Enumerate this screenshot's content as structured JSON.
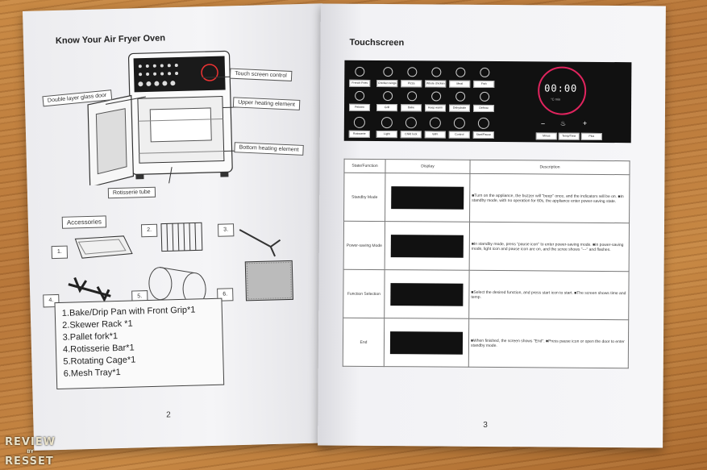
{
  "left_page": {
    "title": "Know Your Air Fryer Oven",
    "callouts": {
      "touch_screen": "Touch screen control",
      "glass_door": "Double layer glass door",
      "upper_heating": "Upper heating element",
      "bottom_heating": "Bottom heating element",
      "rotisserie_tube": "Rotisserie tube"
    },
    "accessories_label": "Accessories",
    "item_numbers": [
      "1.",
      "2.",
      "3.",
      "4.",
      "5.",
      "6."
    ],
    "accessory_list": [
      "1.Bake/Drip Pan with Front Grip*1",
      "2.Skewer Rack *1",
      "3.Pallet fork*1",
      "4.Rotisserie Bar*1",
      "5.Rotating Cage*1",
      "6.Mesh Tray*1"
    ],
    "page_number": "2"
  },
  "right_page": {
    "title": "Touchscreen",
    "panel": {
      "row1": [
        "French Fries",
        "Chicken wings",
        "Pizza",
        "Whole chicken",
        "Meat",
        "Fish"
      ],
      "row2": [
        "Pelmen",
        "Grill",
        "Bake",
        "Keep warm",
        "Dehydrate",
        "Defrost"
      ],
      "row3": [
        "Rotisserie",
        "Light",
        "Child lock",
        "WiFi",
        "Control",
        "Start/Pause"
      ],
      "display": "00:00",
      "display_units": "°C  min",
      "bottom": [
        "Minus",
        "Temp/Time",
        "Plus"
      ]
    },
    "table": {
      "headers": [
        "State/Function",
        "Display",
        "Description"
      ],
      "rows": [
        {
          "state": "Standby Mode",
          "desc": "■Turn on the appliance, the buzzer will \"beep\" once, and the indicators will be on. ■In standby mode, with no operation for 60s, the appliance enter power-saving state."
        },
        {
          "state": "Power-saving Mode",
          "desc": "■In standby mode, press \"pause icon\" to enter power-saving mode. ■In power-saving mode, light icon and pause icon are on, and the scree shows \"---\" and flashes."
        },
        {
          "state": "Function Selection",
          "desc": "■Select the desired function, and press start icon to start. ■The screen shows time and temp."
        },
        {
          "state": "End",
          "desc": "■When finished, the screen shows \"End\". ■Press pause icon or open the door to enter standby mode."
        }
      ]
    },
    "page_number": "3"
  },
  "watermark": {
    "line1": "REVIEW",
    "line2": "BY",
    "line3": "RESSET"
  }
}
